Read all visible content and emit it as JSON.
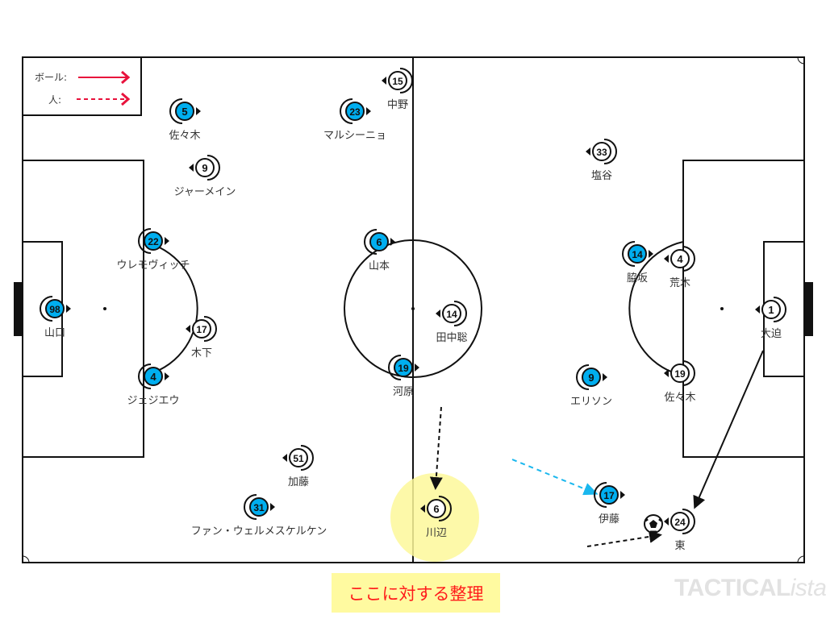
{
  "legend": {
    "ball_label": "ボール:",
    "person_label": "人:",
    "arrow_color": "#e8123c"
  },
  "caption": "ここに対する整理",
  "watermark": {
    "bold": "TACTICAL",
    "italic": "ista"
  },
  "colors": {
    "home": "#00aeef",
    "away": "#ffffff",
    "highlight": "#fdf89a"
  },
  "players": [
    {
      "team": "home",
      "number": "5",
      "name": "佐々木",
      "facing": "right"
    },
    {
      "team": "home",
      "number": "23",
      "name": "マルシーニョ",
      "facing": "right"
    },
    {
      "team": "home",
      "number": "22",
      "name": "ウレモヴィッチ",
      "facing": "right"
    },
    {
      "team": "home",
      "number": "98",
      "name": "山口",
      "facing": "right"
    },
    {
      "team": "home",
      "number": "4",
      "name": "ジェジエウ",
      "facing": "right"
    },
    {
      "team": "home",
      "number": "6",
      "name": "山本",
      "facing": "right"
    },
    {
      "team": "home",
      "number": "19",
      "name": "河原",
      "facing": "right"
    },
    {
      "team": "home",
      "number": "31",
      "name": "ファン・ウェルメスケルケン",
      "facing": "right"
    },
    {
      "team": "home",
      "number": "14",
      "name": "脇坂",
      "facing": "right"
    },
    {
      "team": "home",
      "number": "9",
      "name": "エリソン",
      "facing": "right"
    },
    {
      "team": "home",
      "number": "17",
      "name": "伊藤",
      "facing": "right"
    },
    {
      "team": "away",
      "number": "15",
      "name": "中野",
      "facing": "left"
    },
    {
      "team": "away",
      "number": "9",
      "name": "ジャーメイン",
      "facing": "left"
    },
    {
      "team": "away",
      "number": "33",
      "name": "塩谷",
      "facing": "left"
    },
    {
      "team": "away",
      "number": "17",
      "name": "木下",
      "facing": "left"
    },
    {
      "team": "away",
      "number": "14",
      "name": "田中聡",
      "facing": "left"
    },
    {
      "team": "away",
      "number": "51",
      "name": "加藤",
      "facing": "left"
    },
    {
      "team": "away",
      "number": "6",
      "name": "川辺",
      "facing": "left"
    },
    {
      "team": "away",
      "number": "4",
      "name": "荒木",
      "facing": "left"
    },
    {
      "team": "away",
      "number": "1",
      "name": "大迫",
      "facing": "left"
    },
    {
      "team": "away",
      "number": "19",
      "name": "佐々木",
      "facing": "left"
    },
    {
      "team": "away",
      "number": "24",
      "name": "東",
      "facing": "left"
    }
  ]
}
